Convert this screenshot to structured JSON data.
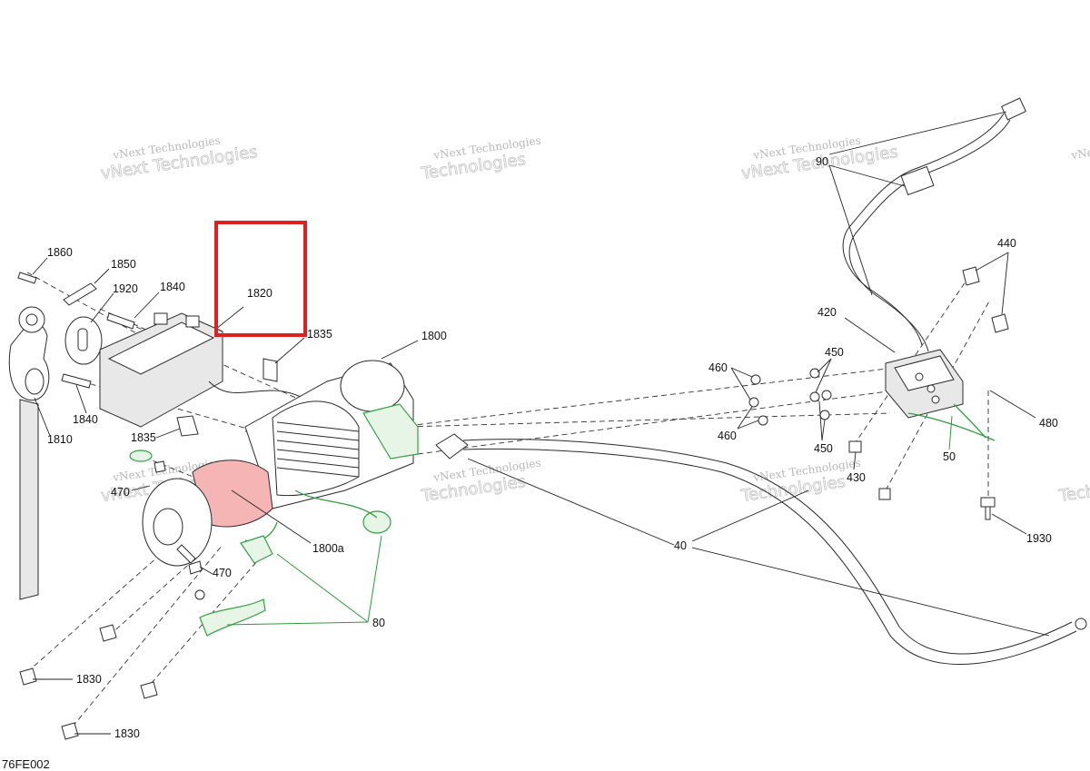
{
  "callouts": [
    {
      "id": "1860",
      "text": "1860"
    },
    {
      "id": "1850",
      "text": "1850"
    },
    {
      "id": "1920",
      "text": "1920"
    },
    {
      "id": "1840a",
      "text": "1840"
    },
    {
      "id": "1840b",
      "text": "1840"
    },
    {
      "id": "1820",
      "text": "1820"
    },
    {
      "id": "1835a",
      "text": "1835"
    },
    {
      "id": "1835b",
      "text": "1835"
    },
    {
      "id": "1800",
      "text": "1800"
    },
    {
      "id": "1810",
      "text": "1810"
    },
    {
      "id": "470a",
      "text": "470"
    },
    {
      "id": "470b",
      "text": "470"
    },
    {
      "id": "1800a",
      "text": "1800a"
    },
    {
      "id": "80",
      "text": "80"
    },
    {
      "id": "1830a",
      "text": "1830"
    },
    {
      "id": "1830b",
      "text": "1830"
    },
    {
      "id": "40",
      "text": "40"
    },
    {
      "id": "90",
      "text": "90"
    },
    {
      "id": "440",
      "text": "440"
    },
    {
      "id": "420",
      "text": "420"
    },
    {
      "id": "450a",
      "text": "450"
    },
    {
      "id": "450b",
      "text": "450"
    },
    {
      "id": "460a",
      "text": "460"
    },
    {
      "id": "460b",
      "text": "460"
    },
    {
      "id": "480",
      "text": "480"
    },
    {
      "id": "50",
      "text": "50"
    },
    {
      "id": "430",
      "text": "430"
    },
    {
      "id": "1930",
      "text": "1930"
    }
  ],
  "watermark": {
    "line1": "vNext Technologies",
    "line2": "Technologies"
  },
  "diagram_code": "76FE002",
  "highlight": {
    "callout": "1820",
    "color": "#e02020"
  },
  "colors": {
    "highlight": "#e02020",
    "green_parts": "#33a040",
    "red_part": "#f08a8a"
  }
}
